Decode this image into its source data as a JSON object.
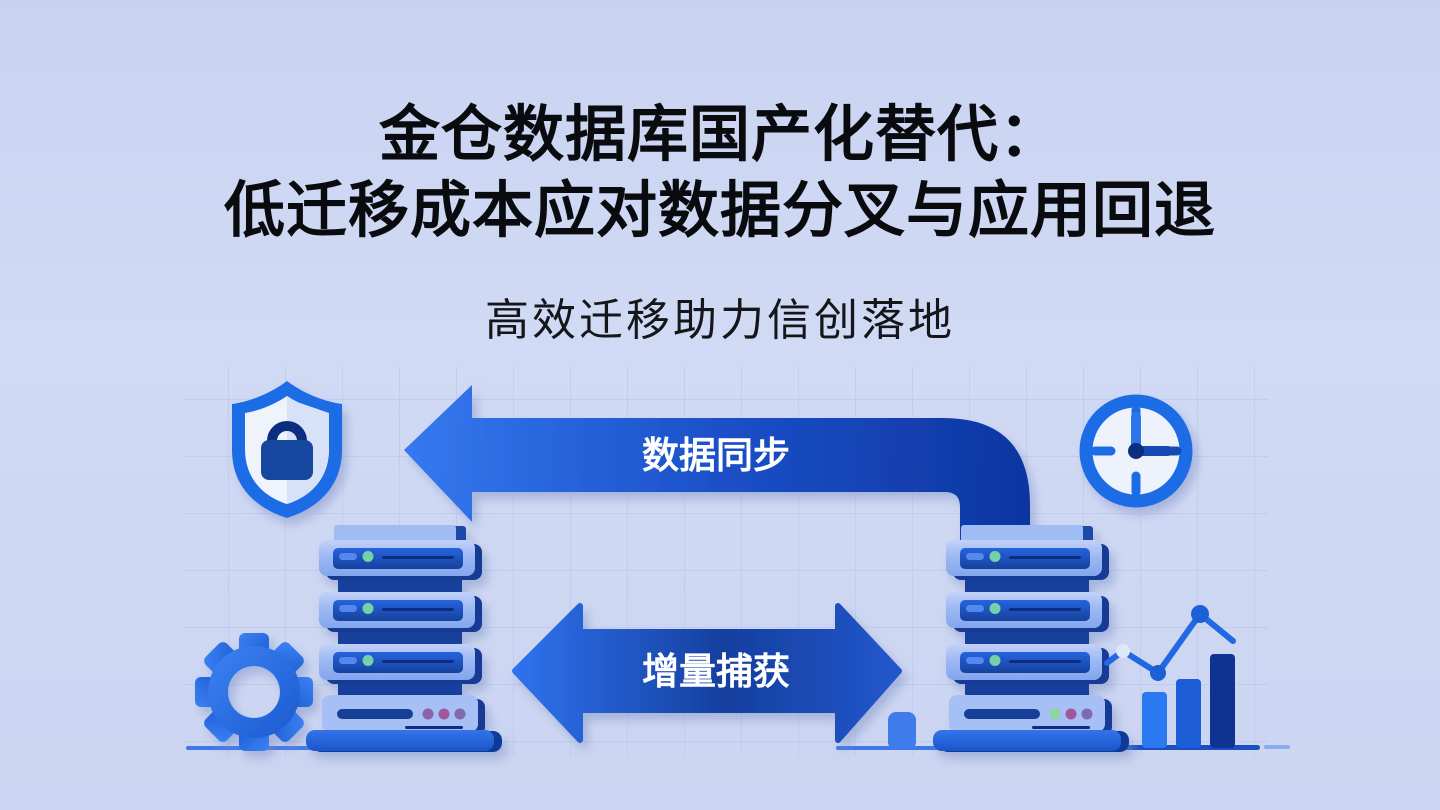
{
  "slide": {
    "title_line1": "金仓数据库国产化替代：",
    "title_line2": "低迁移成本应对数据分叉与应用回退",
    "subtitle": "高效迁移助力信创落地"
  },
  "diagram": {
    "sync_arrow_label": "数据同步",
    "capture_arrow_label": "增量捕获",
    "icons": {
      "left_top": "shield-lock-icon",
      "right_top": "clock-icon",
      "left_bottom": "gear-icon",
      "right_bottom": "bar-chart-icon",
      "center_left": "database-server-stack",
      "center_right": "database-server-stack"
    },
    "colors": {
      "background": "#cdd7f2",
      "grid_line": "#a9bce6",
      "arrow_gradient_start": "#2f72ee",
      "arrow_gradient_end": "#0d35a0",
      "icon_blue": "#1f6ce6",
      "server_body": "#9db9f4",
      "server_panel": "#1c52c6",
      "server_edge": "#123a95",
      "status_green": "#74d2a8",
      "status_purple": "#96629f",
      "bar_bright": "#2b79f0",
      "bar_medium": "#1d5ed8",
      "bar_dark": "#0e3390"
    }
  }
}
